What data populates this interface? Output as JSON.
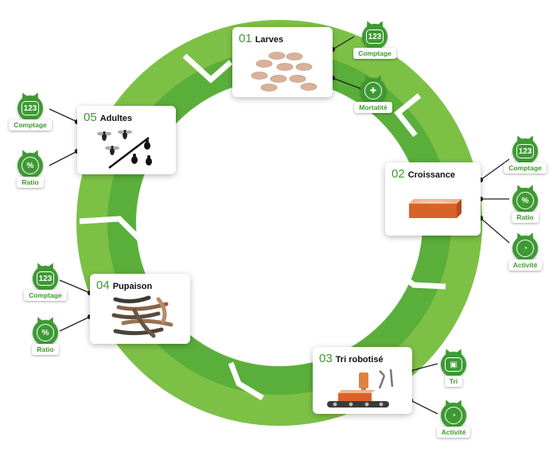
{
  "colors": {
    "ring_light": "#7dc046",
    "ring_dark": "#56ac38",
    "accent": "#3e9a2d",
    "badge": "#3d9a32"
  },
  "stages": [
    {
      "num": "01",
      "name": "Larves"
    },
    {
      "num": "02",
      "name": "Croissance"
    },
    {
      "num": "03",
      "name": "Tri robotisé"
    },
    {
      "num": "04",
      "name": "Pupaison"
    },
    {
      "num": "05",
      "name": "Adultes"
    }
  ],
  "badges": [
    {
      "label": "Comptage",
      "icon": "counter-icon",
      "glyph": "123"
    },
    {
      "label": "Mortalité",
      "icon": "medical-cross-icon",
      "glyph": "✚"
    },
    {
      "label": "Comptage",
      "icon": "counter-icon",
      "glyph": "123"
    },
    {
      "label": "Ratio",
      "icon": "percent-icon",
      "glyph": "%"
    },
    {
      "label": "Activité",
      "icon": "gauge-icon",
      "glyph": "◔"
    },
    {
      "label": "Tri",
      "icon": "chip-icon",
      "glyph": "▣"
    },
    {
      "label": "Activité",
      "icon": "gauge-icon",
      "glyph": "◔"
    },
    {
      "label": "Comptage",
      "icon": "counter-icon",
      "glyph": "123"
    },
    {
      "label": "Ratio",
      "icon": "percent-icon",
      "glyph": "%"
    },
    {
      "label": "Comptage",
      "icon": "counter-icon",
      "glyph": "123"
    },
    {
      "label": "Ratio",
      "icon": "percent-icon",
      "glyph": "%"
    }
  ]
}
